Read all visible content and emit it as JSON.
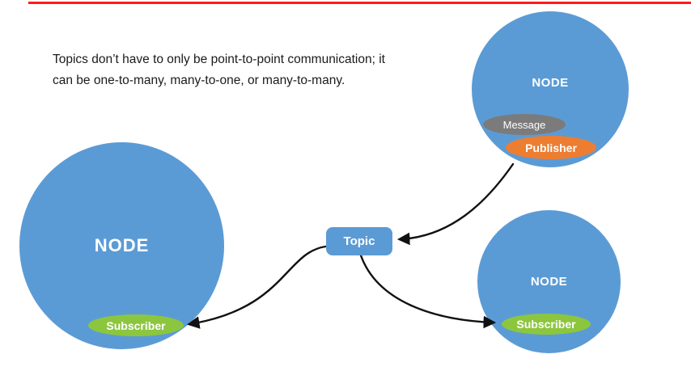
{
  "caption": {
    "line1": "Topics don’t have to only be point-to-point communication; it",
    "line2": "can be one-to-many, many-to-one, or many-to-many."
  },
  "nodes": {
    "left": {
      "label": "NODE",
      "subscriber": "Subscriber"
    },
    "top_right": {
      "label": "NODE",
      "message": "Message",
      "publisher": "Publisher"
    },
    "bottom_right": {
      "label": "NODE",
      "subscriber": "Subscriber"
    }
  },
  "topic": {
    "label": "Topic"
  },
  "connections": [
    {
      "from": "top-right-publisher",
      "to": "topic"
    },
    {
      "from": "topic",
      "to": "left-subscriber"
    },
    {
      "from": "topic",
      "to": "bottom-right-subscriber"
    }
  ],
  "colors": {
    "node_blue": "#5b9bd5",
    "subscriber_green": "#8cc63e",
    "publisher_orange": "#ed7d31",
    "message_gray": "#7b7b7b",
    "top_line_red": "#ff1a1a",
    "arrow_black": "#111111"
  }
}
